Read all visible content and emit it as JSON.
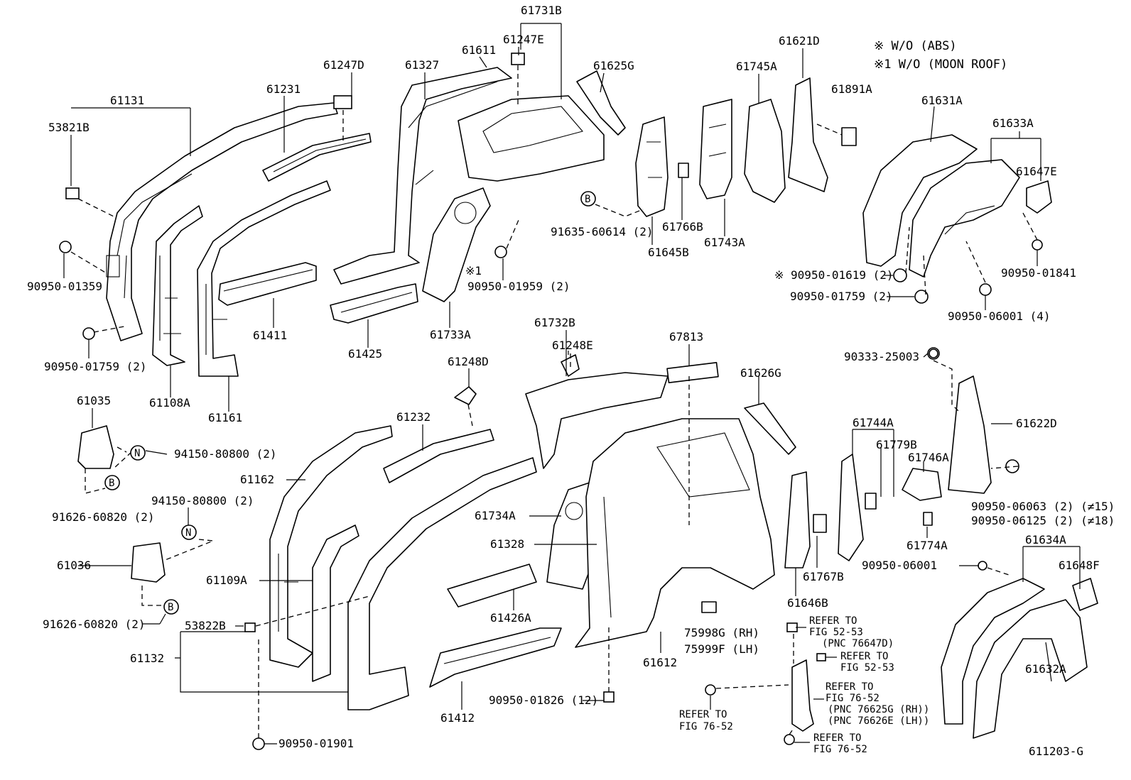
{
  "notes": {
    "note_wo_abs": "※  W/O (ABS)",
    "note_wo_moon": "※1 W/O (MOON ROOF)",
    "mark_1": "※1",
    "figure_code": "611203-G"
  },
  "symbols": {
    "b": "B",
    "n": "N"
  },
  "labels": {
    "p61731B": "61731B",
    "p61247E": "61247E",
    "p61611": "61611",
    "p61327": "61327",
    "p61247D": "61247D",
    "p61625G": "61625G",
    "p61621D": "61621D",
    "p61745A": "61745A",
    "p61891A": "61891A",
    "p61631A": "61631A",
    "p61633A": "61633A",
    "p61647E": "61647E",
    "p61131": "61131",
    "p61231": "61231",
    "p53821B": "53821B",
    "p90950_01359": "90950-01359",
    "p90950_01759a": "90950-01759 (2)",
    "p61108A": "61108A",
    "p61161": "61161",
    "p61411": "61411",
    "p61425": "61425",
    "p90950_01959": "90950-01959 (2)",
    "p61733A": "61733A",
    "p91635_60614": "91635-60614 (2)",
    "p61766B": "61766B",
    "p61645B": "61645B",
    "p61743A": "61743A",
    "p90950_01619": "※ 90950-01619 (2)",
    "p90950_01759b": "90950-01759 (2)",
    "p90950_01841": "90950-01841",
    "p90950_06001a": "90950-06001 (4)",
    "p61732B": "61732B",
    "p61248E": "61248E",
    "p67813": "67813",
    "p61248D": "61248D",
    "p61626G": "61626G",
    "p90333_25003": "90333-25003",
    "p61035": "61035",
    "p94150_80800a": "94150-80800 (2)",
    "p61232": "61232",
    "p61744A": "61744A",
    "p61779B": "61779B",
    "p61622D": "61622D",
    "p61746A": "61746A",
    "p91626_60820a": "91626-60820 (2)",
    "p94150_80800b": "94150-80800 (2)",
    "p61162": "61162",
    "p61734A": "61734A",
    "p90950_06063": "90950-06063 (2)  (≠15)",
    "p90950_06125": "90950-06125 (2)  (≠18)",
    "p61774A": "61774A",
    "p61036": "61036",
    "p61328": "61328",
    "p61634A": "61634A",
    "p90950_06001b": "90950-06001",
    "p61648F": "61648F",
    "p61109A": "61109A",
    "p61767B": "61767B",
    "p91626_60820b": "91626-60820 (2)",
    "p61426A": "61426A",
    "p61646B": "61646B",
    "p53822B": "53822B",
    "p61132": "61132",
    "p75998G": "75998G (RH)",
    "p75999F": "75999F (LH)",
    "p61612": "61612",
    "p61632A": "61632A",
    "p61412": "61412",
    "p90950_01826": "90950-01826 (12)",
    "p90950_01901": "90950-01901"
  },
  "refers": {
    "r1_a": "REFER TO",
    "r1_b": "FIG 52-53",
    "r1_c": "(PNC 76647D)",
    "r2_a": "REFER TO",
    "r2_b": "FIG 52-53",
    "r3_a": "REFER TO",
    "r3_b": "FIG 76-52",
    "r3_c": "(PNC 76625G (RH))",
    "r3_d": "(PNC 76626E (LH))",
    "r4_a": "REFER TO",
    "r4_b": "FIG 76-52",
    "r5_a": "REFER TO",
    "r5_b": "FIG 76-52"
  }
}
